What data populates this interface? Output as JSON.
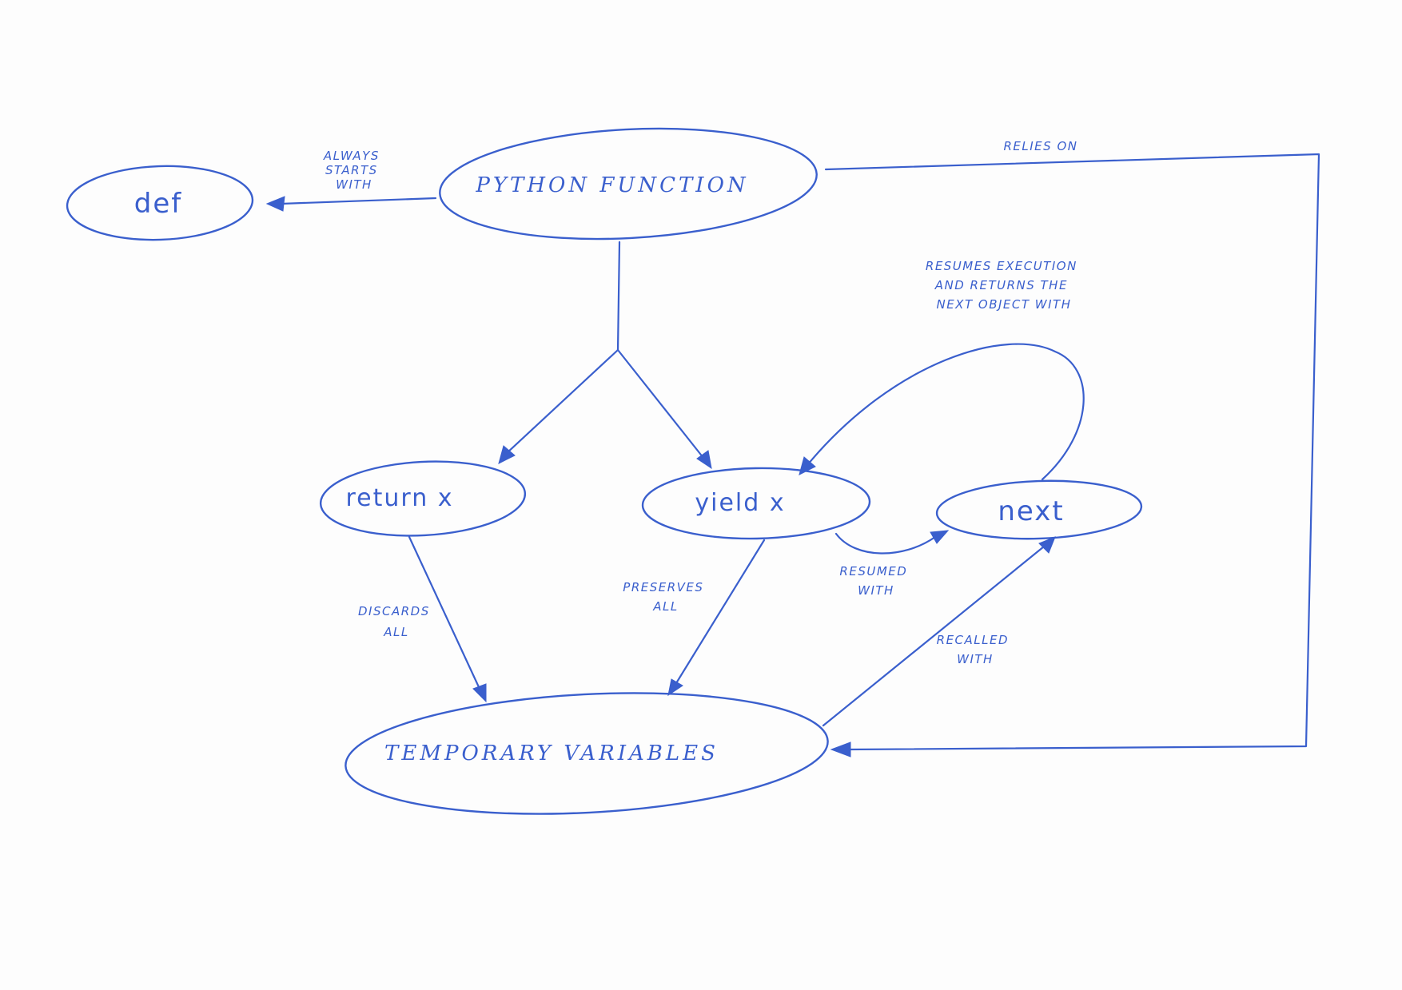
{
  "nodes": {
    "def": "def",
    "python_function": "PYTHON FUNCTION",
    "return_x": "return x",
    "yield_x": "yield x",
    "next": "next",
    "temporary_variables": "TEMPORARY VARIABLES"
  },
  "edges": {
    "always_starts_with": [
      "ALWAYS",
      "STARTS",
      "WITH"
    ],
    "relies_on": "RELIES ON",
    "resumes_execution": [
      "RESUMES EXECUTION",
      "AND RETURNS THE",
      "NEXT OBJECT WITH"
    ],
    "resumed_with": [
      "RESUMED",
      "WITH"
    ],
    "discards_all": [
      "DISCARDS",
      "ALL"
    ],
    "preserves_all": [
      "PRESERVES",
      "ALL"
    ],
    "recalled_with": [
      "RECALLED",
      "WITH"
    ]
  },
  "colors": {
    "ink": "#3a5fcd",
    "paper": "#fdfdfd"
  }
}
